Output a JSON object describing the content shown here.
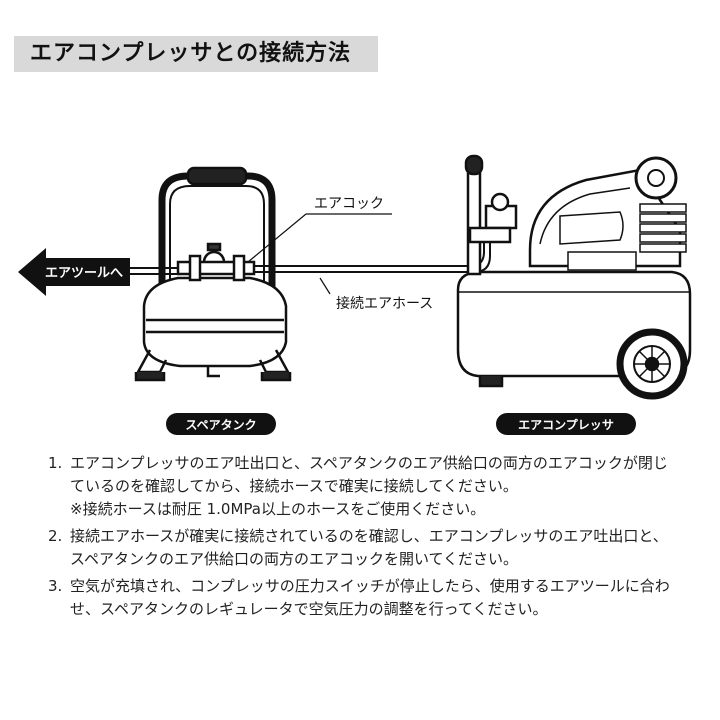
{
  "title": "エアコンプレッサとの接続方法",
  "diagram": {
    "label_air_cock": "エアコック",
    "label_air_tool": "エアツールへ",
    "label_hose": "接続エアホース",
    "label_spare_tank": "スペアタンク",
    "label_compressor": "エアコンプレッサ"
  },
  "steps": [
    {
      "num": "1.",
      "lines": [
        "エアコンプレッサのエア吐出口と、スペアタンクのエア供給口の両方のエアコックが閉じ",
        "ているのを確認してから、接続ホースで確実に接続してください。",
        "※接続ホースは耐圧 1.0MPa以上のホースをご使用ください。"
      ]
    },
    {
      "num": "2.",
      "lines": [
        "接続エアホースが確実に接続されているのを確認し、エアコンプレッサのエア吐出口と、",
        "スペアタンクのエア供給口の両方のエアコックを開いてください。"
      ]
    },
    {
      "num": "3.",
      "lines": [
        "空気が充填され、コンプレッサの圧力スイッチが停止したら、使用するエアツールに合わ",
        "せ、スペアタンクのレギュレータで空気圧力の調整を行ってください。"
      ]
    }
  ]
}
